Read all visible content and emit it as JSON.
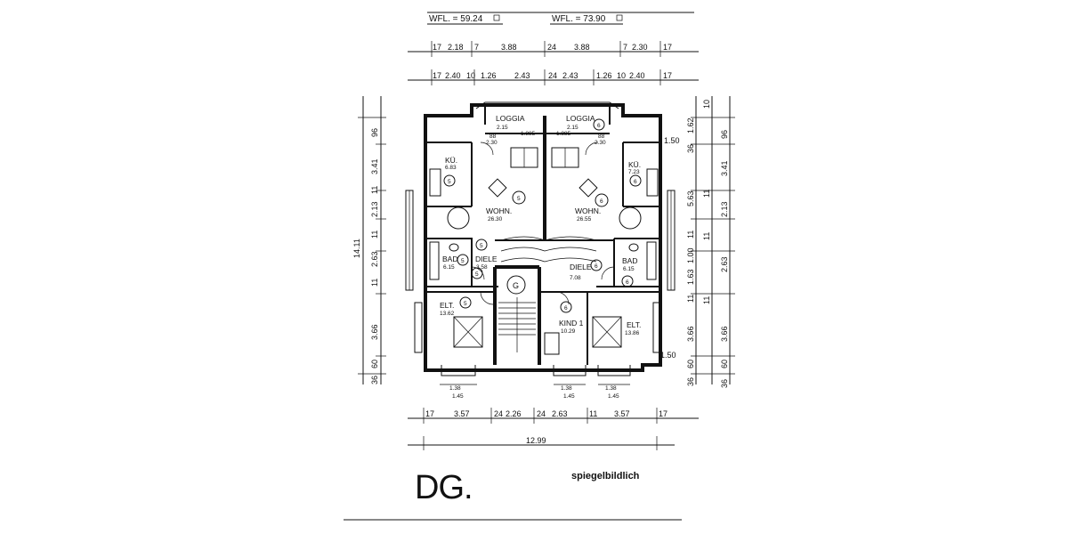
{
  "header": {
    "wfl_left": "WFL. = 59.24 ",
    "wfl_right": "WFL. = 73.90 "
  },
  "top_dims": {
    "row1": [
      "17",
      "2.18",
      "7",
      "3.88",
      "24",
      "3.88",
      "7",
      "2.30",
      "17"
    ],
    "row2": [
      "17",
      "2.40",
      "10",
      "1.26",
      "2.43",
      "24",
      "2.43",
      "1.26",
      "10",
      "2.40",
      "17"
    ]
  },
  "left_dims": {
    "outer": "14.11",
    "inner": [
      "96",
      "3.41",
      "11",
      "2.13",
      "11",
      "2.63",
      "11",
      "3.66",
      "60",
      "36"
    ]
  },
  "right_dims": {
    "col1": [
      "1.62",
      "36",
      "1.50",
      "5.63",
      "11",
      "1.00",
      "1.63",
      "11",
      "3.66",
      "60",
      "36"
    ],
    "col2": [
      "10",
      "96",
      "3.41",
      "11",
      "2.13",
      "11",
      "2.63",
      "11",
      "3.66",
      "60",
      "36"
    ],
    "marker_top": "1.50",
    "marker_bottom": "1.50"
  },
  "bottom_dims": {
    "row1": [
      "17",
      "3.57",
      "24",
      "2.26",
      "24",
      "2.63",
      "11",
      "3.57",
      "17"
    ],
    "total": "12.99",
    "window_left": [
      "1.38",
      "1.45"
    ],
    "window_mid": [
      "1.38",
      "1.45"
    ],
    "window_right": [
      "1.38",
      "1.45"
    ]
  },
  "rooms": {
    "loggia_left": {
      "name": "LOGGIA",
      "area": "2.15"
    },
    "loggia_right": {
      "name": "LOGGIA",
      "area": "2.15"
    },
    "kueche_left": {
      "name": "KÜ.",
      "area": "6.83"
    },
    "kueche_right": {
      "name": "KÜ.",
      "area": "7.23"
    },
    "wohn_left": {
      "name": "WOHN.",
      "area": "26.30"
    },
    "wohn_right": {
      "name": "WOHN.",
      "area": "26.55"
    },
    "bad_left": {
      "name": "BAD",
      "area": "6.15"
    },
    "bad_right": {
      "name": "BAD",
      "area": "6.15"
    },
    "diele_left": {
      "name": "DIELE",
      "area": "3.58"
    },
    "diele_right": {
      "name": "DIELE",
      "area": "7.08"
    },
    "elt_left": {
      "name": "ELT.",
      "area": "13.62"
    },
    "elt_right": {
      "name": "ELT.",
      "area": "13.86"
    },
    "kind": {
      "name": "KIND 1",
      "area": "10.29"
    }
  },
  "markers": {
    "m5": "5",
    "m6": "6",
    "stair": "G"
  },
  "labels": {
    "floor": "DG.",
    "note": "spiegelbildlich"
  },
  "small_dims": {
    "loggia_left": [
      "88",
      "2.30"
    ],
    "loggia_right": [
      "88",
      "2.30"
    ],
    "loggia_mid_left": "1.885",
    "loggia_mid_right": "1.885"
  }
}
